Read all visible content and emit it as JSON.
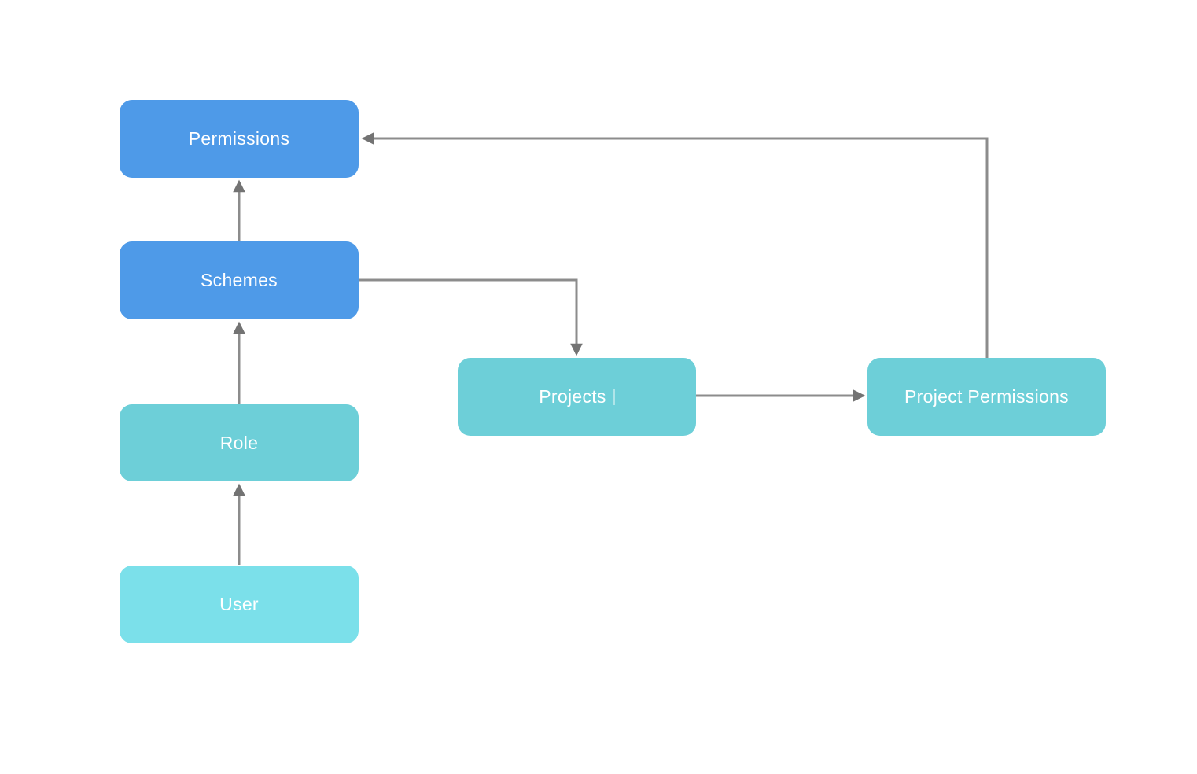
{
  "diagram": {
    "type": "flowchart",
    "colors": {
      "background": "#ffffff",
      "connector": "#8c8c8c",
      "arrowhead": "#737373",
      "label_text": "#ffffff",
      "node_blue": "#4E9AE8",
      "node_teal": "#6DCFD8",
      "node_cyan": "#7BE0EA"
    },
    "nodes": [
      {
        "id": "permissions",
        "label": "Permissions",
        "fill": "#4E9AE8"
      },
      {
        "id": "schemes",
        "label": "Schemes",
        "fill": "#4E9AE8"
      },
      {
        "id": "role",
        "label": "Role",
        "fill": "#6DCFD8"
      },
      {
        "id": "user",
        "label": "User",
        "fill": "#7BE0EA"
      },
      {
        "id": "projects",
        "label": "Projects",
        "fill": "#6DCFD8"
      },
      {
        "id": "project_permissions",
        "label": "Project Permissions",
        "fill": "#6DCFD8"
      }
    ],
    "edges": [
      {
        "from": "User",
        "to": "Role",
        "route": "up"
      },
      {
        "from": "Role",
        "to": "Schemes",
        "route": "up"
      },
      {
        "from": "Schemes",
        "to": "Permissions",
        "route": "up"
      },
      {
        "from": "Schemes",
        "to": "Projects",
        "route": "right-then-down"
      },
      {
        "from": "Projects",
        "to": "Project Permissions",
        "route": "right"
      },
      {
        "from": "Project Permissions",
        "to": "Permissions",
        "route": "up-then-left"
      }
    ]
  }
}
